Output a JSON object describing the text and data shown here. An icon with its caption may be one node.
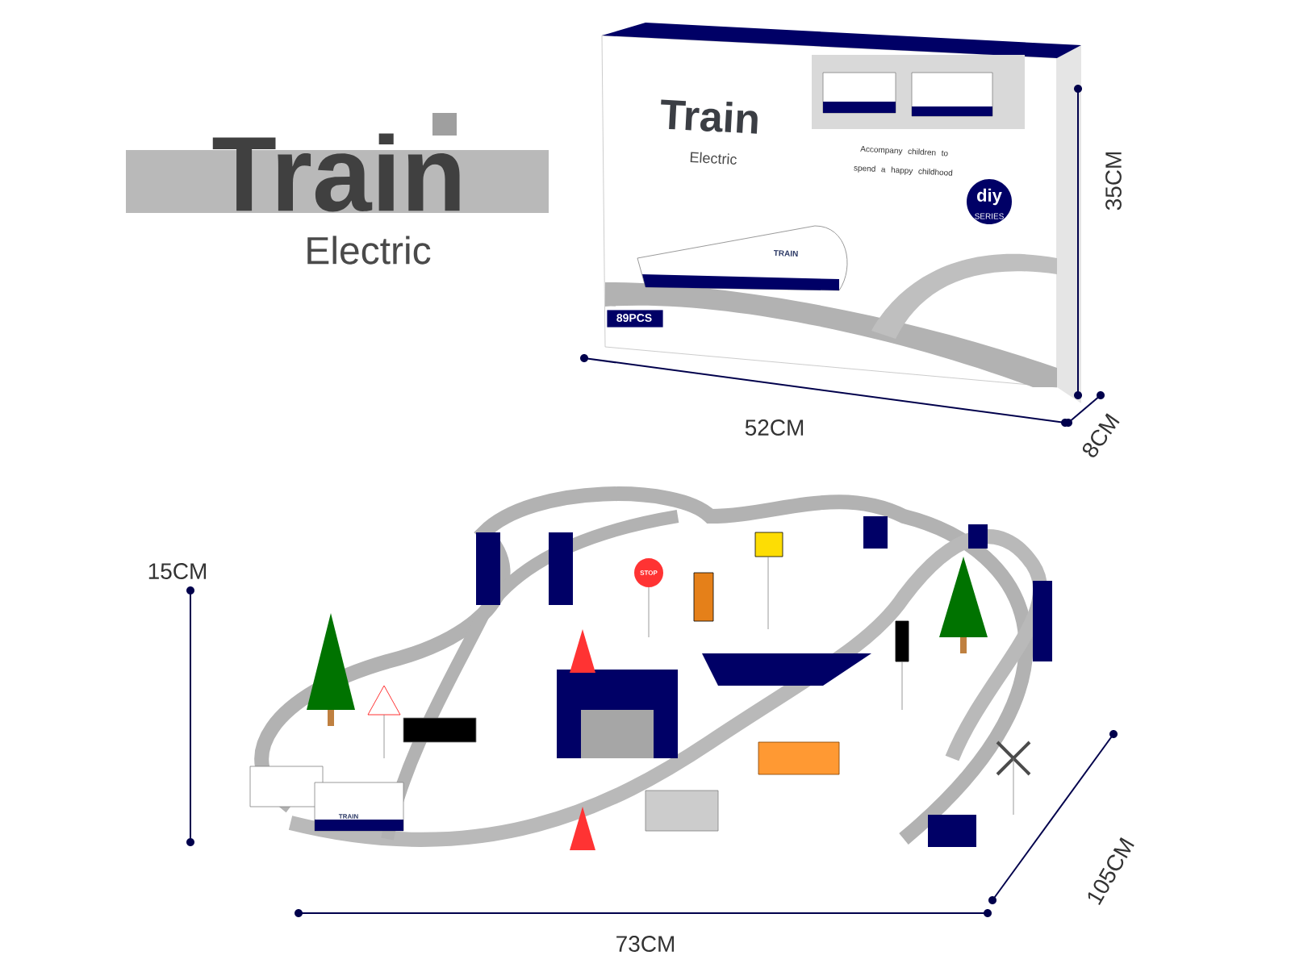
{
  "diagram": {
    "title": "Train",
    "labels": [
      "Electric",
      "Train",
      "Electric",
      "Accompany children to spend a happy childhood",
      "diy",
      "SERIES",
      "TRAIN",
      "89PCS",
      "35CM",
      "52CM",
      "8CM",
      "15CM",
      "STOP",
      "TRAIN",
      "73CM",
      "105CM"
    ]
  }
}
